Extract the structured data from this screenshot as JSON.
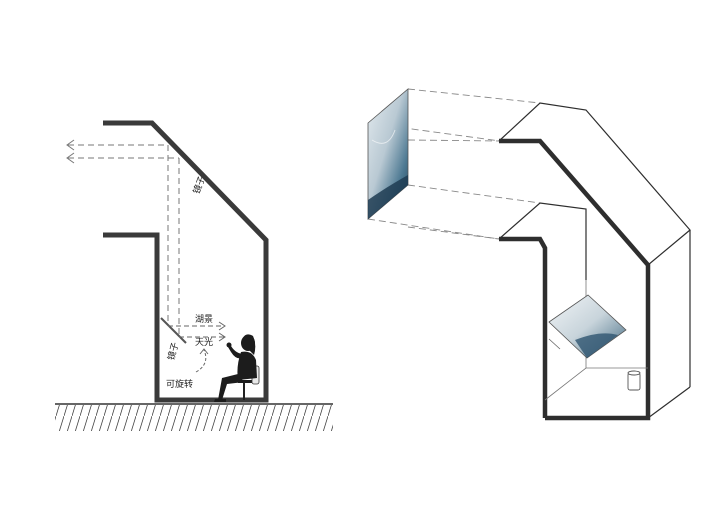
{
  "diagram": {
    "section": {
      "labels": {
        "mirror_top": "镜子",
        "lake_view": "湖景",
        "skylight": "天光",
        "mirror_bottom": "镜子",
        "rotatable": "可旋转"
      }
    },
    "axonometric": {
      "panel_images": [
        "lake-landscape-image",
        "lake-landscape-image"
      ]
    },
    "colors": {
      "wall": "#3a3a3a",
      "line": "#555555",
      "water_dark": "#2f5570",
      "water_light": "#c9d6de"
    }
  }
}
